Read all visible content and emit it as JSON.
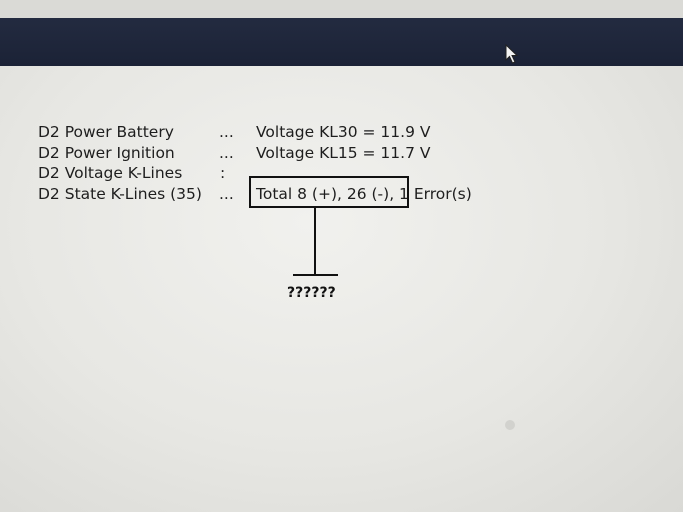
{
  "diagnostics": {
    "rows": [
      {
        "label": "D2 Power Battery",
        "separator": "...",
        "value": "Voltage KL30 = 11.9 V"
      },
      {
        "label": "D2 Power Ignition",
        "separator": "...",
        "value": "Voltage KL15 = 11.7 V"
      },
      {
        "label": "D2 Voltage K-Lines",
        "separator": ":",
        "value": ""
      },
      {
        "label": "D2 State K-Lines (35)",
        "separator": "...",
        "value": "Total  8 (+),  26 (-), 1 Error(s)"
      }
    ]
  },
  "annotation": {
    "text": "??????"
  },
  "icons": {
    "cursor": "mouse-pointer-icon"
  },
  "colors": {
    "title_bar": "#1f2639",
    "screen_background": "#ececea",
    "text": "#1e1e1e",
    "annotation": "#111111"
  }
}
